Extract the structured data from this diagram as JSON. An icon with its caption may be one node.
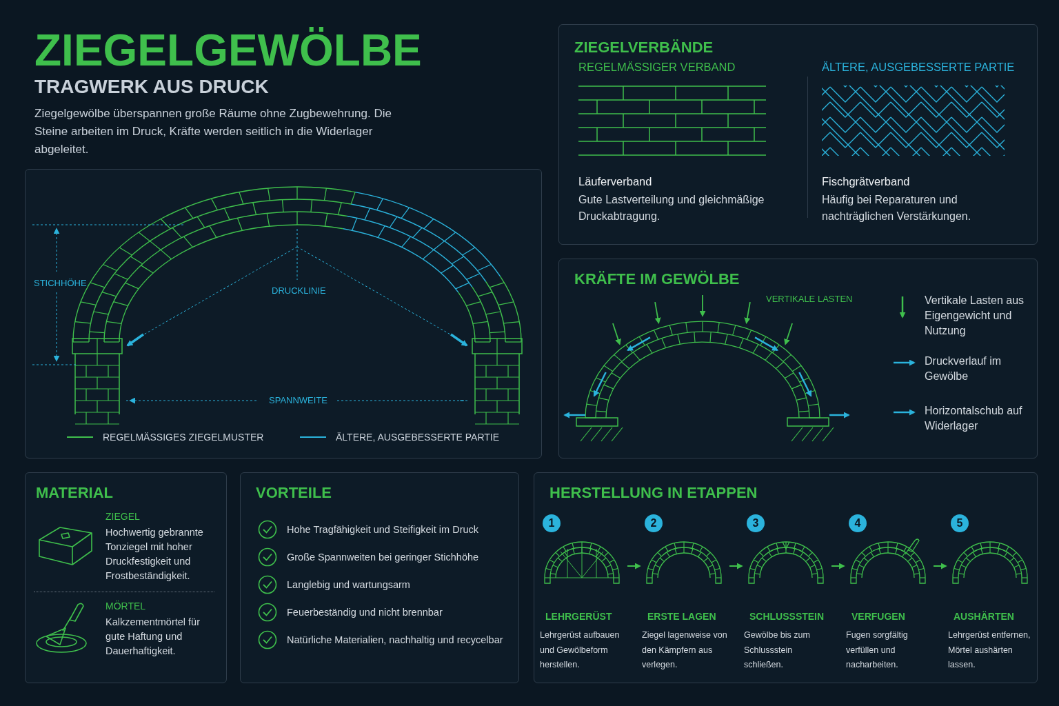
{
  "diagram": {
    "title": "ZIEGELGEWÖLBE",
    "nodes": [
      {
        "text": [],
        "shape": "box"
      },
      {
        "text": [
          "ZIEGELVERBÄNDE"
        ]
      },
      {
        "text": [
          "REGELMÄSSIGER VERBAND",
          "Läuferverband",
          "Gute Lastverteilung und gleichmäßige Druckabtragung."
        ],
        "in": 1
      },
      {
        "text": [
          "ÄLTERE, AUSGEBESSERTE PARTIE",
          "Fischgrätverband",
          "Häufig bei Reparaturen und nachträglichen Verstärkungen."
        ],
        "in": 1
      },
      {
        "text": [
          "KRÄFTE IM GEWÖLBE"
        ]
      },
      {
        "text": [
          "MATERIAL"
        ]
      },
      {
        "text": [
          "ZIEGEL",
          "Hochwertig gebrannte Tonziegel mit hoher Druckfestigkeit und Frostbeständigkeit."
        ],
        "in": 5
      },
      {
        "text": [
          "MÖRTEL",
          "Kalkzementmörtel für gute Haftung und Dauerhaftigkeit."
        ],
        "in": 5
      },
      {
        "text": [
          "VORTEILE",
          "Hohe Tragfähigkeit und Steifigkeit im Druck",
          "Große Spannweiten bei geringer Stichhöhe",
          "Langlebig und wartungsarm",
          "Feuerbeständig und nicht brennbar",
          "Natürliche Materialien, nachhaltig und recycelbar"
        ]
      },
      {
        "text": [
          "HERSTELLUNG IN ETAPPEN"
        ]
      },
      {
        "text": [
          "1",
          "LEHRGERÜST",
          "Lehrgerüst aufbauen und Gewölbeform herstellen."
        ],
        "in": 9
      },
      {
        "text": [
          "2",
          "ERSTE LAGEN",
          "Ziegel lagenweise von den Kämpfern aus verlegen."
        ],
        "in": 9
      },
      {
        "text": [
          "3",
          "SCHLUSSSTEIN",
          "Gewölbe bis zum Schlussstein schließen."
        ],
        "in": 9
      },
      {
        "text": [
          "4",
          "VERFUGEN",
          "Fugen sorgfältig verfüllen und nacharbeiten."
        ],
        "in": 9
      },
      {
        "text": [
          "5",
          "AUSHÄRTEN",
          "Lehrgerüst entfernen, Mörtel aushärten lassen."
        ],
        "in": 9
      }
    ],
    "edges": [
      {
        "from": 10,
        "to": 11,
        "arrow": "to"
      },
      {
        "from": 11,
        "to": 12,
        "arrow": "to"
      },
      {
        "from": 12,
        "to": 13,
        "arrow": "to"
      },
      {
        "from": 13,
        "to": 14,
        "arrow": "to"
      }
    ],
    "labels": [
      "TRAGWERK AUS DRUCK",
      "Ziegelgewölbe überspannen große Räume ohne Zugbewehrung. Die Steine arbeiten im Druck, Kräfte werden seitlich in die Widerlager abgeleitet.",
      "STICHHÖHE",
      "DRUCKLINIE",
      "SPANNWEITE",
      "VERTIKALE LASTEN"
    ],
    "legend": [
      {
        "text": "REGELMÄSSIGES ZIEGELMUSTER"
      },
      {
        "text": "ÄLTERE, AUSGEBESSERTE PARTIE"
      },
      {
        "text": "Vertikale Lasten aus Eigengewicht und Nutzung"
      },
      {
        "text": "Druckverlauf im Gewölbe"
      },
      {
        "text": "Horizontalschub auf Widerlager"
      }
    ]
  }
}
